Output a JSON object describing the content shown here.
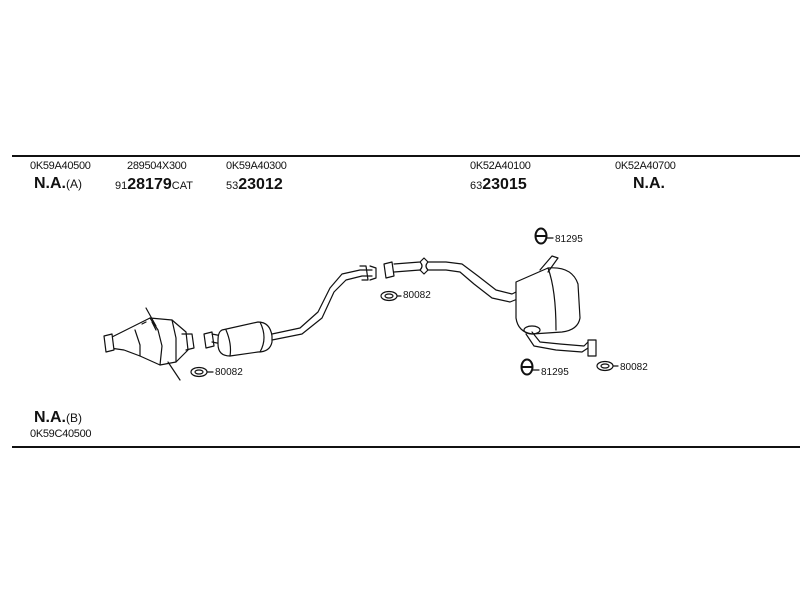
{
  "columns": [
    {
      "code": "0K59A40500",
      "na_text": "N.A.",
      "na_suffix": "(A)"
    },
    {
      "code": "289504X300",
      "pn_prefix": "91",
      "pn_main": "28179",
      "pn_suffix": "CAT"
    },
    {
      "code": "0K59A40300",
      "pn_prefix": "53",
      "pn_main": "23012"
    },
    {
      "code": "0K52A40100",
      "pn_prefix": "63",
      "pn_main": "23015"
    },
    {
      "code": "0K52A40700",
      "na_text": "N.A."
    }
  ],
  "bottom": {
    "na_text": "N.A.",
    "na_suffix": "(B)",
    "code": "0K59C40500"
  },
  "callouts": {
    "gasket_left": "80082",
    "gasket_mid": "80082",
    "gasket_right": "80082",
    "hanger_top": "81295",
    "hanger_bottom": "81295"
  },
  "icons": [
    "gasket-icon",
    "rubber-hanger-icon"
  ]
}
